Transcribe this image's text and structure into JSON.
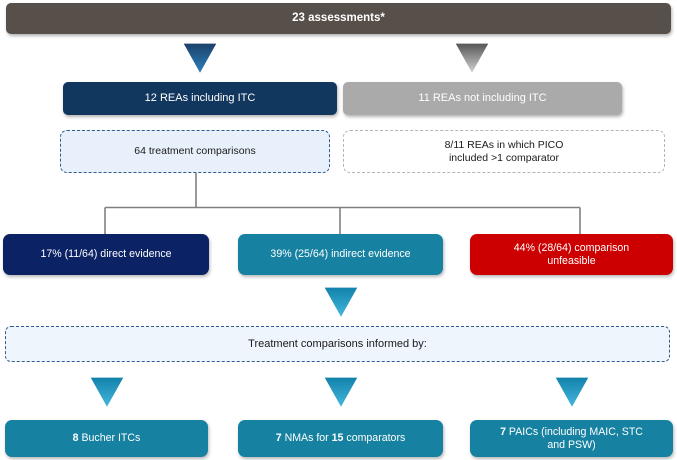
{
  "diagram": {
    "title": "23 assessments*",
    "header": {
      "label": "23 assessments*"
    },
    "row_itc": {
      "with_itc": "12 REAs including ITC",
      "without_itc": "11 REAs not including ITC"
    },
    "row_comparisons": {
      "treatment_comparisons": "64 treatment comparisons",
      "pico_note_line1": "8/11 REAs in which PICO",
      "pico_note_line2": "included >1 comparator"
    },
    "row_evidence": {
      "direct": "17% (11/64) direct evidence",
      "indirect": "39% (25/64) indirect evidence",
      "unfeasible_line1": "44% (28/64) comparison",
      "unfeasible_line2": "unfeasible"
    },
    "informed_by": {
      "label": "Treatment comparisons informed by:"
    },
    "methods": {
      "bucher_count": "8",
      "bucher_rest": " Bucher ITCs",
      "nma_count": "7",
      "nma_mid": " NMAs for ",
      "nma_count2": "15",
      "nma_rest": " comparators",
      "paic_count": "7",
      "paic_rest_line1": " PAICs (including MAIC, STC",
      "paic_rest_line2": "and  PSW)"
    },
    "arrows": {
      "a1": "down-arrow-blue",
      "a2": "down-arrow-gray",
      "a3": "down-arrow-teal",
      "a4": "down-arrow-teal",
      "a5": "down-arrow-teal",
      "a6": "down-arrow-teal"
    },
    "colors": {
      "header_brown": "#574f4a",
      "navy_bar": "#11375f",
      "gray_bar": "#aaaaaa",
      "evidence_navy": "#0b2265",
      "evidence_teal": "#1681a0",
      "evidence_red": "#cc0000",
      "dashed_blue_fill": "#e8f1fb",
      "dashed_blue_border": "#2e5d8e",
      "dashed_gray_border": "#b5b5b5",
      "connector_gray": "#808080",
      "arrow_blue_top": "#1a3f66",
      "arrow_blue_bottom": "#2e86c6",
      "arrow_teal_top": "#0f7fa8",
      "arrow_teal_bottom": "#45b6dd",
      "arrow_gray_top": "#5a5a5a",
      "arrow_gray_bottom": "#d6d6d6"
    }
  }
}
